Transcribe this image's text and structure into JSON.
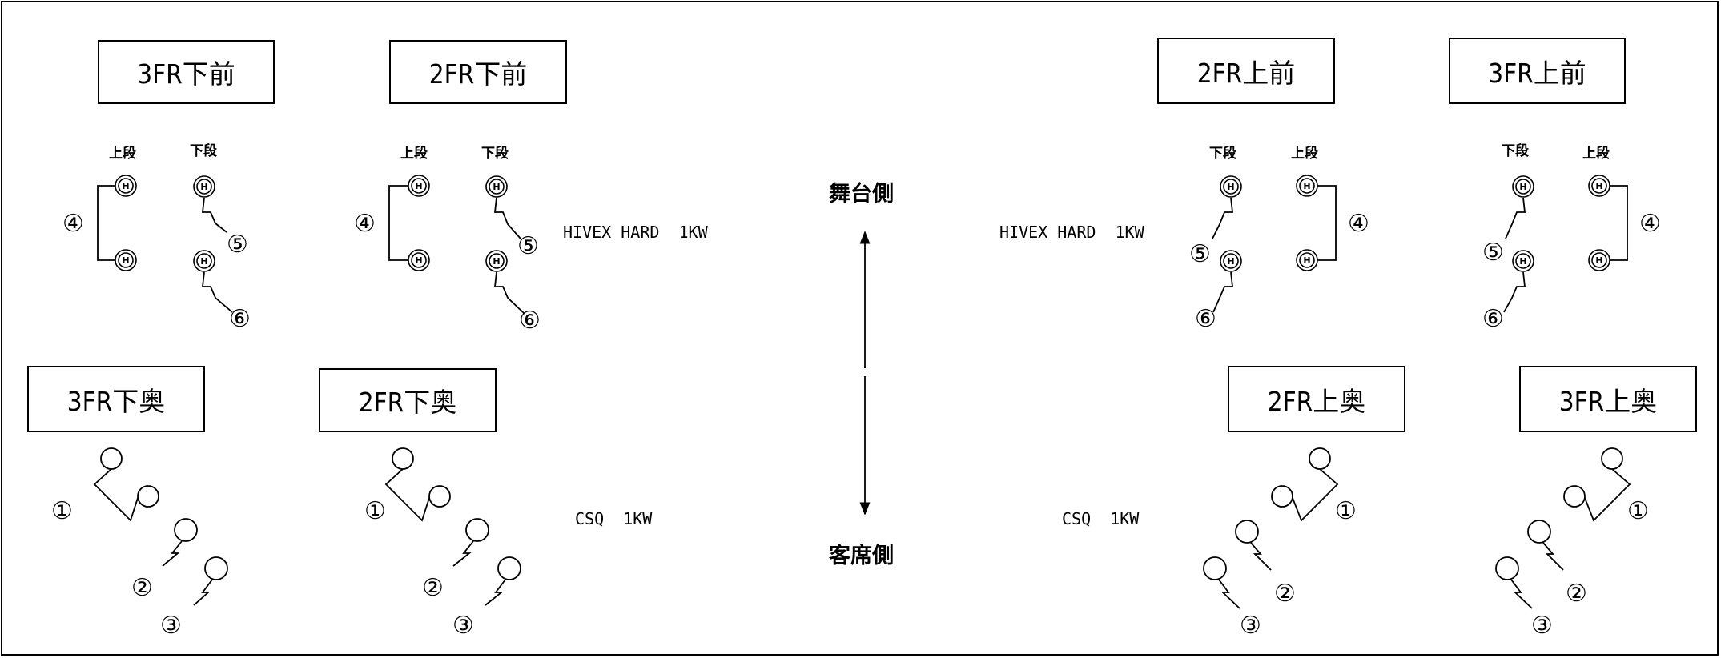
{
  "groups": {
    "g3fr_shimo_mae": {
      "title": "3FR下前"
    },
    "g2fr_shimo_mae": {
      "title": "2FR下前"
    },
    "g2fr_kami_mae": {
      "title": "2FR上前"
    },
    "g3fr_kami_mae": {
      "title": "3FR上前"
    },
    "g3fr_shimo_oku": {
      "title": "3FR下奥"
    },
    "g2fr_shimo_oku": {
      "title": "2FR下奥"
    },
    "g2fr_kami_oku": {
      "title": "2FR上奥"
    },
    "g3fr_kami_oku": {
      "title": "3FR上奥"
    }
  },
  "tiers": {
    "upper": "上段",
    "lower": "下段"
  },
  "fixtures": {
    "hivex": "HIVEX HARD  1KW",
    "csq": "CSQ  1KW"
  },
  "sides": {
    "stage": "舞台側",
    "audience": "客席側"
  },
  "circuits": {
    "c1": "①",
    "c2": "②",
    "c3": "③",
    "c4": "④",
    "c5": "⑤",
    "c6": "⑥"
  },
  "lamp_mark": "H"
}
